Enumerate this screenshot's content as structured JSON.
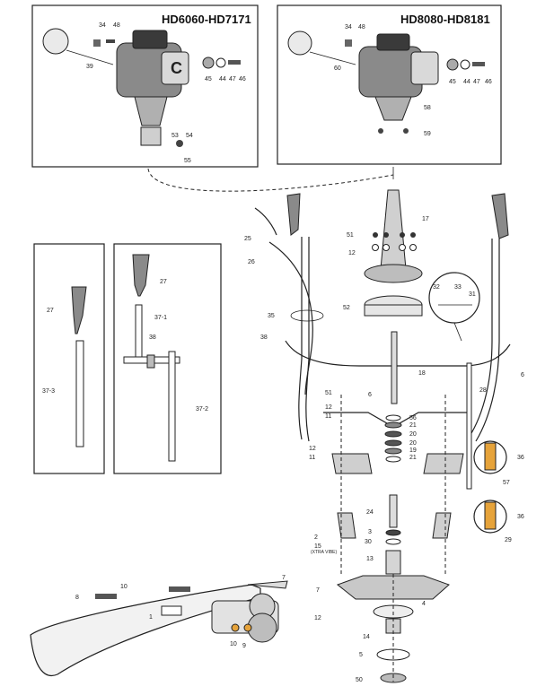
{
  "panels": {
    "left_engine_title": "HD6060-HD7171",
    "right_engine_title": "HD8080-HD8181"
  },
  "callouts": {
    "left_engine": [
      "34",
      "48",
      "39",
      "45",
      "44",
      "47",
      "46",
      "53",
      "54",
      "55"
    ],
    "right_engine": [
      "34",
      "48",
      "60",
      "45",
      "44",
      "47",
      "46",
      "58",
      "59"
    ],
    "handle_a": [
      "27",
      "37-3"
    ],
    "handle_b": [
      "27",
      "37-1",
      "38",
      "37-2"
    ],
    "main": [
      "17",
      "25",
      "26",
      "51",
      "12",
      "52",
      "35",
      "38",
      "32",
      "33",
      "31",
      "18",
      "6",
      "51",
      "6",
      "12",
      "11",
      "56",
      "21",
      "20",
      "20",
      "19",
      "21",
      "28",
      "12",
      "11",
      "36",
      "57",
      "24",
      "3",
      "30",
      "15",
      "13",
      "36",
      "29",
      "2",
      "7",
      "4",
      "12",
      "14",
      "5",
      "50"
    ],
    "blade": [
      "10",
      "8",
      "7",
      "1",
      "10",
      "9"
    ],
    "stextra": "(XTRA VIBE)"
  },
  "colors": {
    "line": "#222222",
    "engine_body": "#8a8a8a",
    "engine_dark": "#3a3a3a",
    "bolt": "#333333",
    "highlight": "#e6a33a"
  },
  "icons": [
    "engine",
    "handle",
    "pole",
    "bolt",
    "nut",
    "washer",
    "blade",
    "plate",
    "shaft"
  ]
}
